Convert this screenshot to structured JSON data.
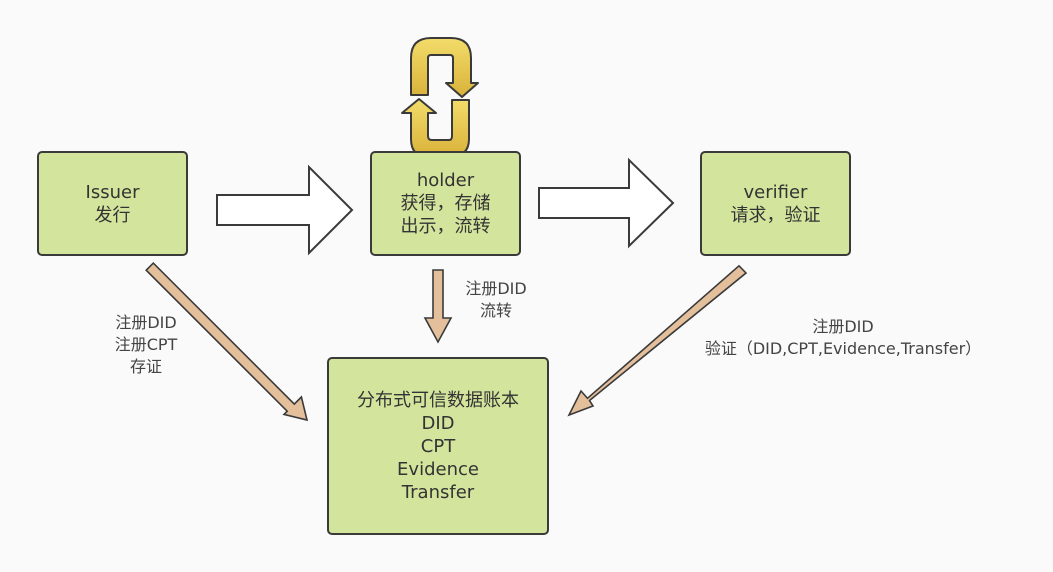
{
  "nodes": {
    "issuer": {
      "lines": [
        "Issuer",
        "发行"
      ]
    },
    "holder": {
      "lines": [
        "holder",
        "获得，存储",
        "出示，流转"
      ]
    },
    "verifier": {
      "lines": [
        "verifier",
        "请求，验证"
      ]
    },
    "ledger": {
      "lines": [
        "分布式可信数据账本",
        "DID",
        "CPT",
        "Evidence",
        "Transfer"
      ]
    }
  },
  "edge_labels": {
    "issuer_to_ledger": [
      "注册DID",
      "注册CPT",
      "存证"
    ],
    "holder_to_ledger": [
      "注册DID",
      "流转"
    ],
    "verifier_to_ledger": [
      "注册DID",
      "验证（DID,CPT,Evidence,Transfer）"
    ]
  },
  "colors": {
    "box_fill": "#d3e49d",
    "box_border": "#3a3a3a",
    "big_arrow_fill": "#ffffff",
    "thin_arrow_fill": "#e3bf9c",
    "loop_gradient_top": "#f3dc6a",
    "loop_gradient_bottom": "#d9b23a"
  },
  "icons": {
    "loop": "cycle-arrows-icon"
  }
}
